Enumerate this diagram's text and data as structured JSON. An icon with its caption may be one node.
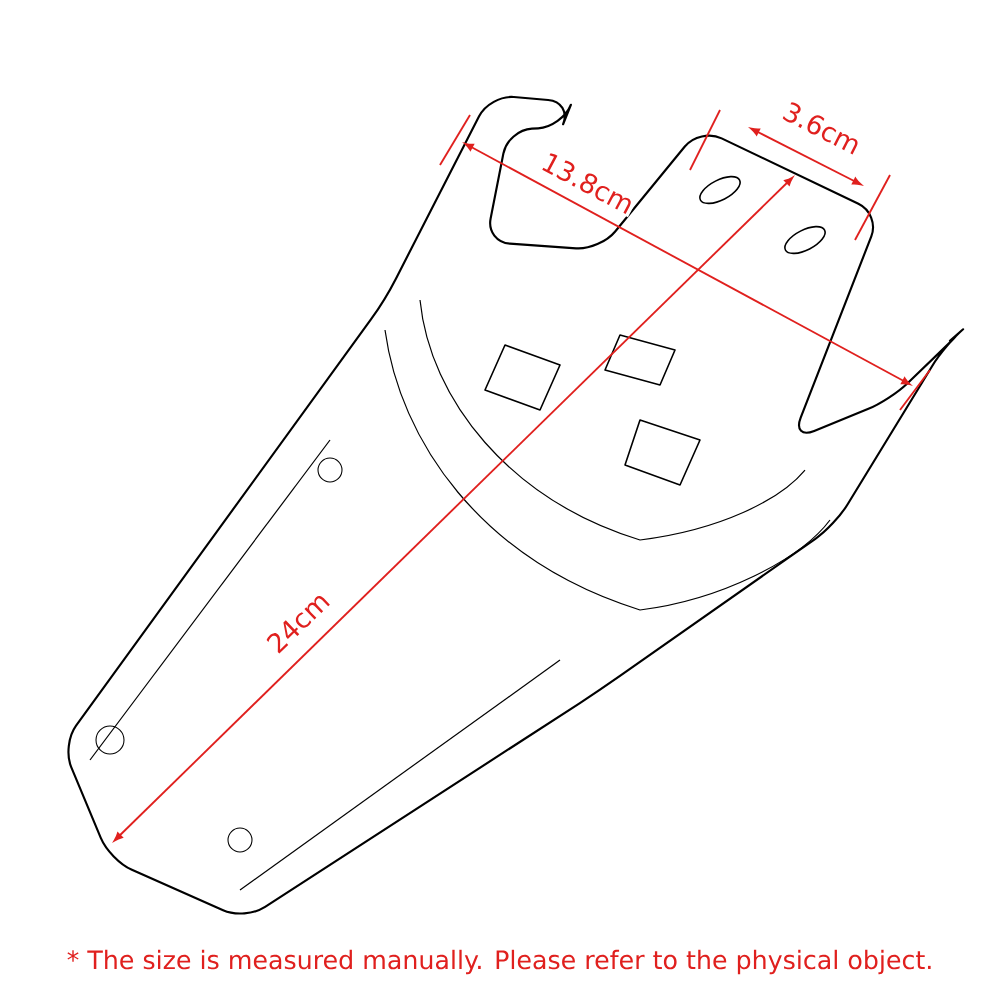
{
  "diagram": {
    "labels": [
      "3.6cm",
      "13.8cm",
      "24cm",
      "* The size is measured manually. Please refer to the physical object."
    ]
  }
}
